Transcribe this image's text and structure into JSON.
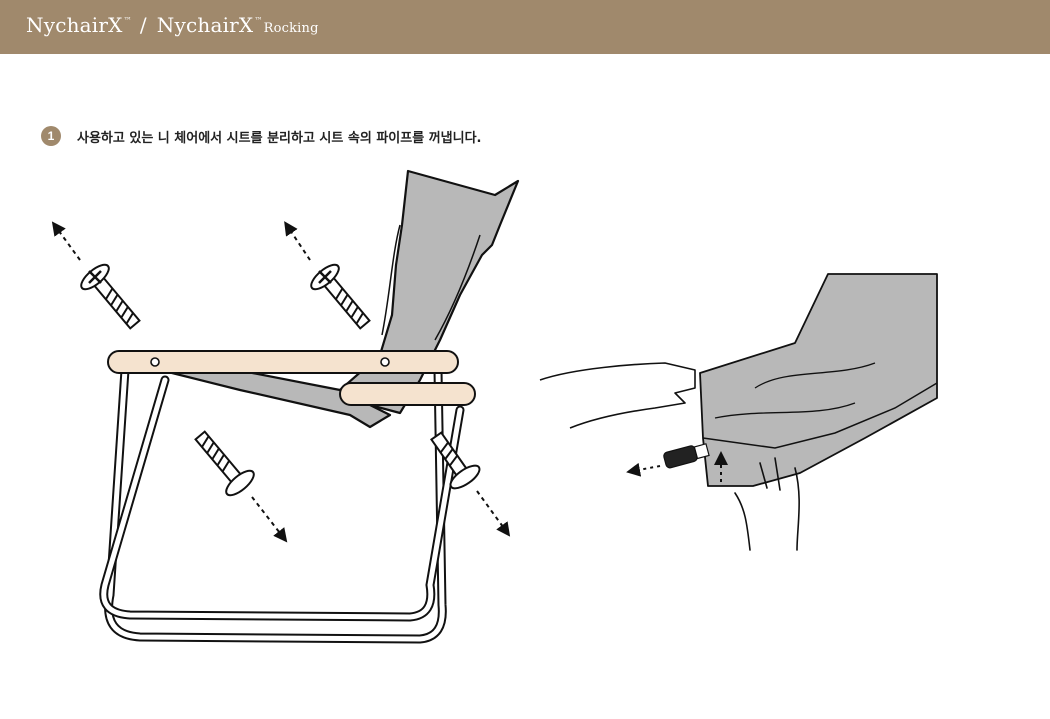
{
  "header": {
    "brand_1": "NychairX",
    "separator": "/",
    "brand_2": "NychairX",
    "brand_2_sub": "Rocking",
    "background": "#a0896c"
  },
  "step": {
    "number": "1",
    "instruction": "사용하고 있는 니 체어에서 시트를 분리하고 시트 속의 파이프를 꺼냅니다.",
    "accent": "#a0896c"
  },
  "illustrations": {
    "left": "chair-disassembly-icon",
    "right": "pipe-removal-icon"
  }
}
